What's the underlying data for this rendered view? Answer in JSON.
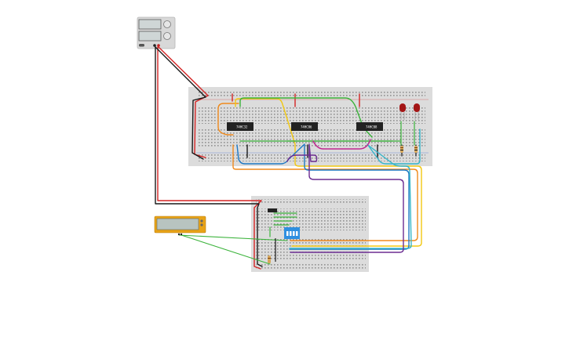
{
  "circuit": {
    "power_supply": {
      "readout_top": "",
      "readout_bottom": ""
    },
    "chips": [
      {
        "id": "chip-1",
        "label": "74HC32"
      },
      {
        "id": "chip-2",
        "label": "74HC86"
      },
      {
        "id": "chip-3",
        "label": "74HC08"
      }
    ],
    "leds": [
      {
        "id": "led-1",
        "color": "#a31515"
      },
      {
        "id": "led-2",
        "color": "#a31515"
      }
    ],
    "dip_switch": {
      "positions": 4,
      "color": "#2e8fe0"
    },
    "lcd": {
      "color": "#e8a317",
      "screen": "#b8c4c0"
    },
    "wire_colors": {
      "red": "#d42424",
      "black": "#1a1a1a",
      "orange": "#f08a1c",
      "yellow": "#f2c811",
      "green": "#3bb33b",
      "blue": "#1f79c4",
      "cyan": "#35b5c9",
      "purple": "#6b2c91",
      "magenta": "#c0268f"
    }
  }
}
